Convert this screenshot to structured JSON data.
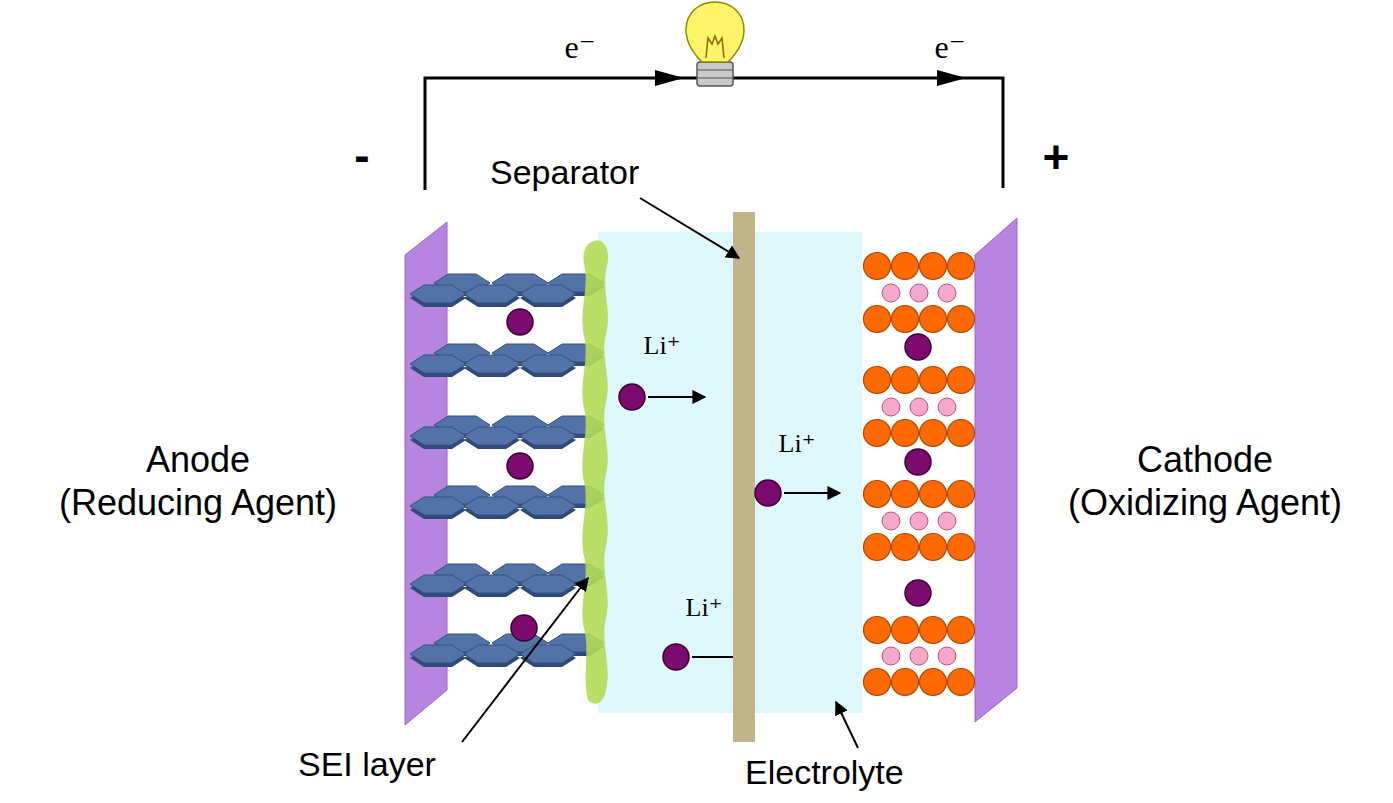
{
  "diagram": {
    "labels": [
      "e⁻",
      "e⁻",
      "-",
      "+",
      "Separator",
      "Li⁺",
      "Li⁺",
      "Li⁺",
      "Anode (Reducing Agent)",
      "Cathode (Oxidizing Agent)",
      "SEI layer",
      "Electrolyte"
    ]
  }
}
